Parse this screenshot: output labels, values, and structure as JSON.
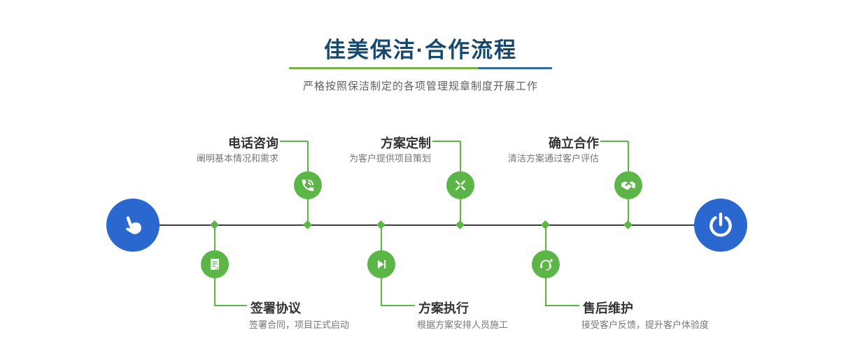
{
  "header": {
    "title": "佳美保洁·合作流程",
    "subtitle": "严格按照保洁制定的各项管理规章制度开展工作"
  },
  "timeline": {
    "start_node": {
      "icon": "hand-pointer-icon"
    },
    "end_node": {
      "icon": "power-icon"
    },
    "steps_top": [
      {
        "label": "电话咨询",
        "desc": "阐明基本情况和需求",
        "icon": "phone-icon"
      },
      {
        "label": "方案定制",
        "desc": "为客户提供项目策划",
        "icon": "pen-tools-icon"
      },
      {
        "label": "确立合作",
        "desc": "清洁方案通过客户评估",
        "icon": "handshake-icon"
      }
    ],
    "steps_bottom": [
      {
        "label": "签署协议",
        "desc": "签署合同，项目正式启动",
        "icon": "contract-icon"
      },
      {
        "label": "方案执行",
        "desc": "根据方案安排人员施工",
        "icon": "play-icon"
      },
      {
        "label": "售后维护",
        "desc": "接受客户反馈，提升客户体验度",
        "icon": "headset-icon"
      }
    ]
  },
  "colors": {
    "accent_green": "#5bb647",
    "accent_blue": "#2a68cf",
    "divider_green": "#76b043",
    "divider_blue": "#2f6a9e",
    "timeline_line": "#3d3d3d",
    "title_navy": "#17496f"
  }
}
